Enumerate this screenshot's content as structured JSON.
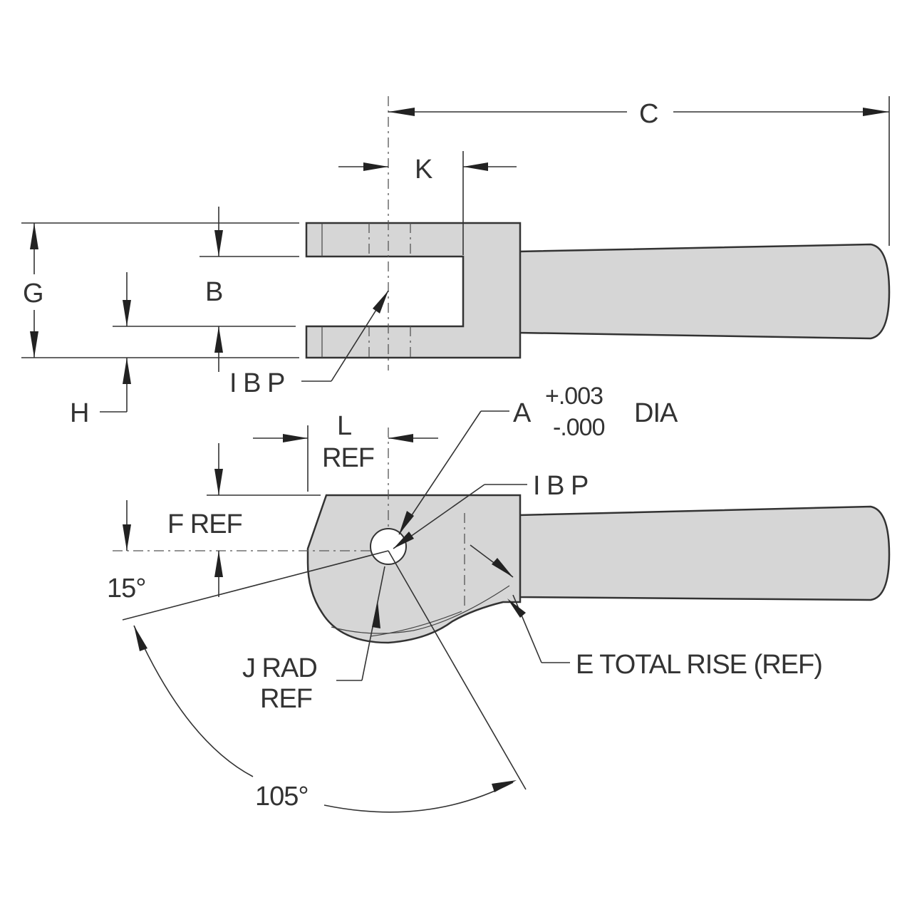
{
  "labels": {
    "c": "C",
    "k": "K",
    "g": "G",
    "b": "B",
    "h": "H",
    "ibp_top": "I B P",
    "l": "L",
    "l_ref": "REF",
    "a": "A",
    "tol_plus": "+.003",
    "tol_minus": "-.000",
    "dia": "DIA",
    "ibp_bottom": "I B P",
    "f_ref": "F REF",
    "angle_15": "15°",
    "j_rad": "J RAD",
    "j_ref": "REF",
    "e_total_rise": "E TOTAL RISE (REF)",
    "angle_105": "105°"
  }
}
